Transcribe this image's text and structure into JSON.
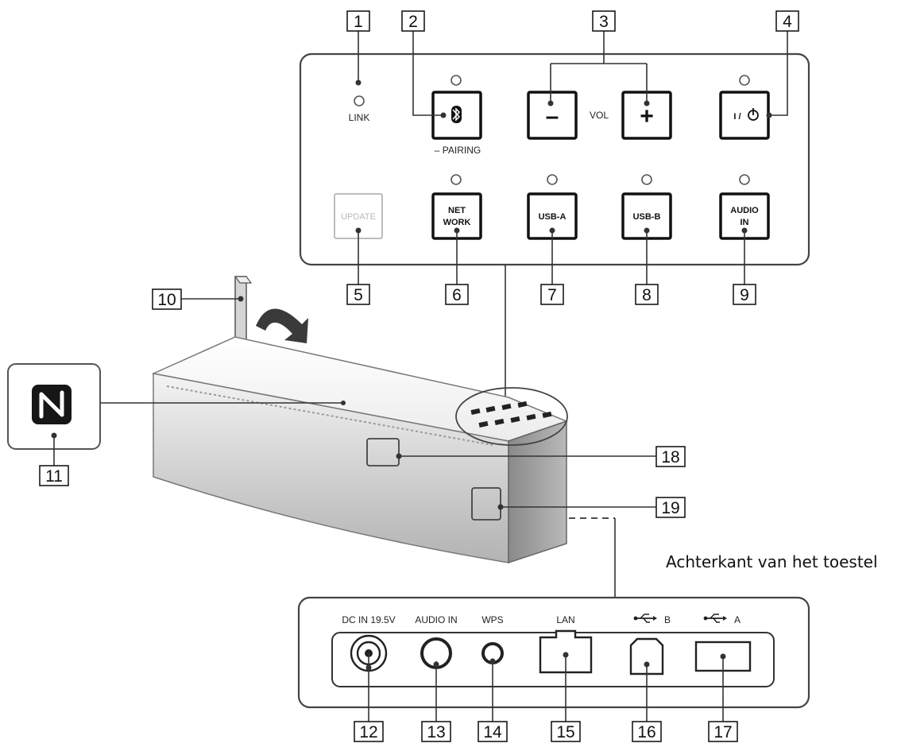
{
  "rear_caption": "Achterkant van het toestel",
  "callouts": [
    "1",
    "2",
    "3",
    "4",
    "5",
    "6",
    "7",
    "8",
    "9",
    "10",
    "11",
    "12",
    "13",
    "14",
    "15",
    "16",
    "17",
    "18",
    "19"
  ],
  "top_panel": {
    "link_label": "LINK",
    "pairing_label": "– PAIRING",
    "vol_label": "VOL",
    "minus_sign": "–",
    "plus_sign": "+",
    "power_label": "I / ⏻",
    "update_label": "UPDATE",
    "network_line1": "NET",
    "network_line2": "WORK",
    "usb_a_label": "USB-A",
    "usb_b_label": "USB-B",
    "audio_in_line1": "AUDIO",
    "audio_in_line2": "IN"
  },
  "rear_panel": {
    "dc_in": "DC IN 19.5V",
    "audio_in": "AUDIO IN",
    "wps": "WPS",
    "lan": "LAN",
    "usb_b": "B",
    "usb_a": "A"
  },
  "icons": [
    "bluetooth-icon",
    "nfc-icon",
    "usb-icon",
    "rotate-arrow-icon",
    "power-icon"
  ]
}
